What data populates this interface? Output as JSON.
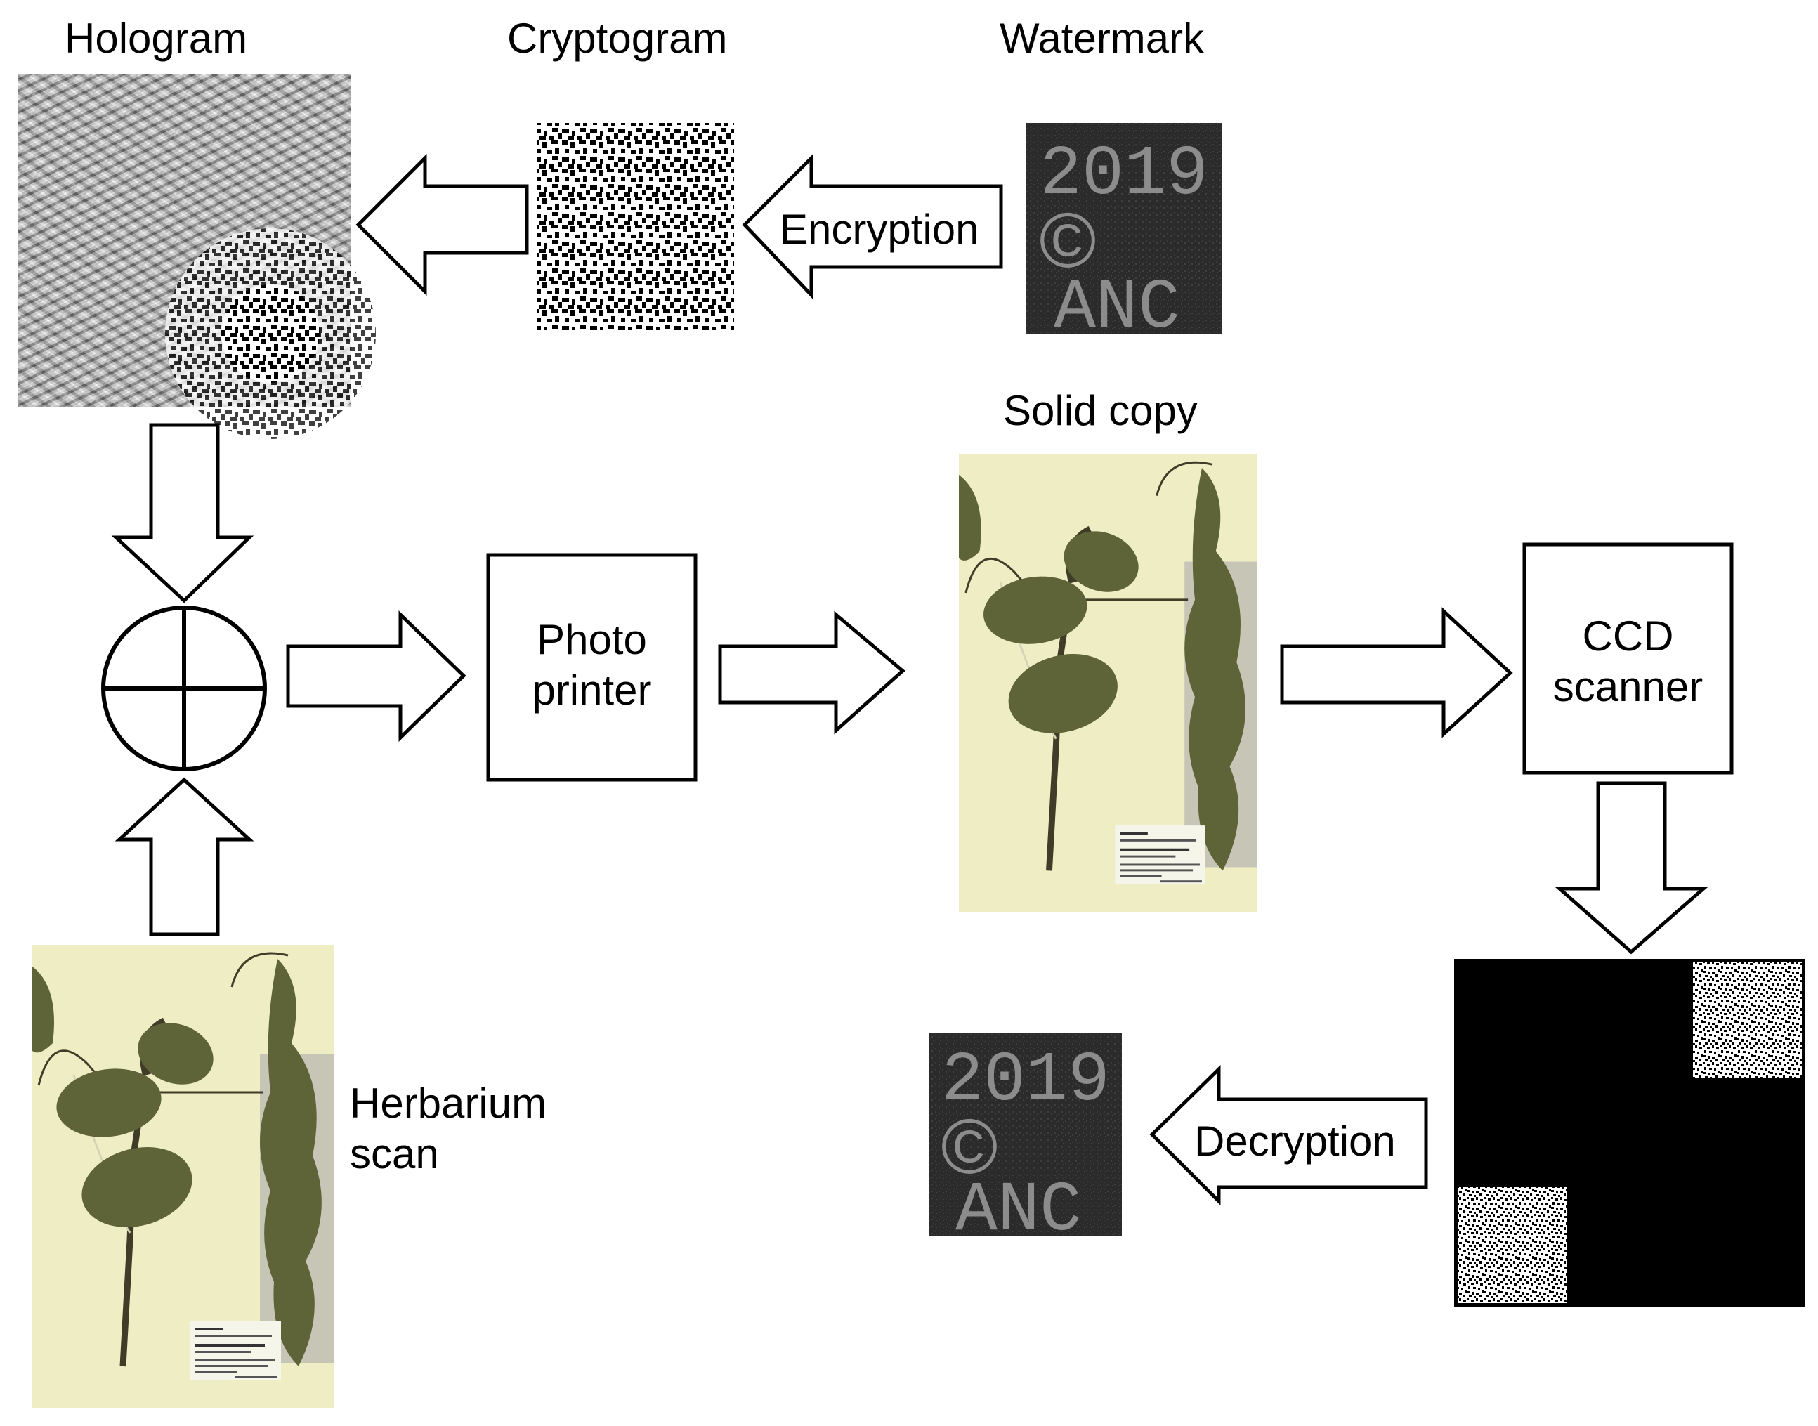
{
  "labels": {
    "hologram": "Hologram",
    "cryptogram": "Cryptogram",
    "watermark": "Watermark",
    "solid_copy": "Solid copy",
    "herbarium_scan_line1": "Herbarium",
    "herbarium_scan_line2": "scan"
  },
  "boxes": {
    "photo_printer_line1": "Photo",
    "photo_printer_line2": "printer",
    "ccd_scanner_line1": "CCD",
    "ccd_scanner_line2": "scanner"
  },
  "arrows": {
    "encryption": "Encryption",
    "decryption": "Decryption"
  },
  "watermark_text": {
    "line1": "2019",
    "line2": "©",
    "line3": "ANC"
  },
  "colors": {
    "watermark_bg": "#2b2b2b",
    "watermark_text": "#8c8c8c",
    "herbarium_paper": "#efedc4",
    "leaf": "#5e6338",
    "stem": "#3f3c28"
  }
}
